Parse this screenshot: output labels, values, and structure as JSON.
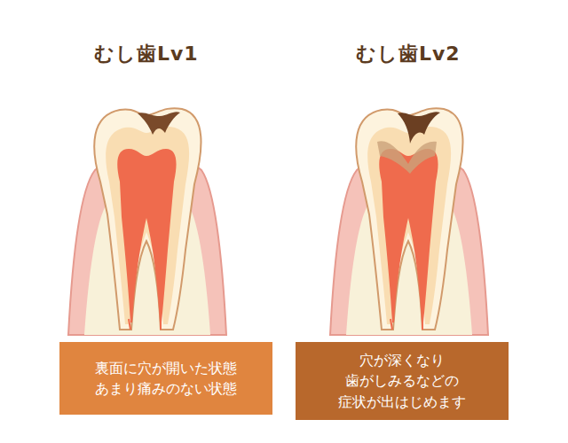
{
  "diagram": {
    "nodes": [
      {
        "text": [
          "裏面に穴が開いた状態 あまり痛みのない状態"
        ]
      },
      {
        "text": [
          "穴が深くなり 歯がしみるなどの 症状が出はじめます"
        ]
      }
    ],
    "labels": [
      "むし歯Lv1",
      "むし歯Lv2"
    ]
  }
}
